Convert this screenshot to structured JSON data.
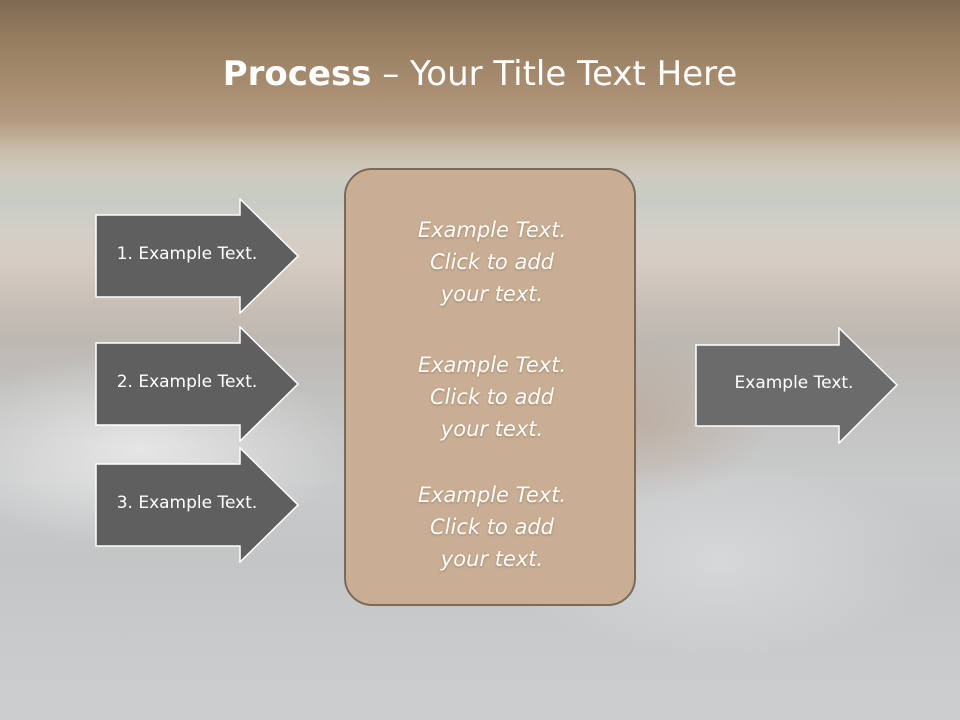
{
  "title": {
    "bold": "Process",
    "rest": " – Your Title Text Here"
  },
  "left_arrows": [
    {
      "label": "1. Example Text."
    },
    {
      "label": "2. Example Text."
    },
    {
      "label": "3. Example Text."
    }
  ],
  "center_box": {
    "blocks": [
      {
        "line1": "Example Text.",
        "line2": "Click  to add",
        "line3": "your text."
      },
      {
        "line1": "Example Text.",
        "line2": "Click  to add",
        "line3": "your text."
      },
      {
        "line1": "Example Text.",
        "line2": "Click  to add",
        "line3": "your text."
      }
    ]
  },
  "right_arrow": {
    "label": "Example Text."
  },
  "colors": {
    "arrow_fill": "#5f5f5f",
    "arrow_fill_right": "#6b6b6b",
    "box_fill": "#c9ae93",
    "text": "#ffffff"
  }
}
